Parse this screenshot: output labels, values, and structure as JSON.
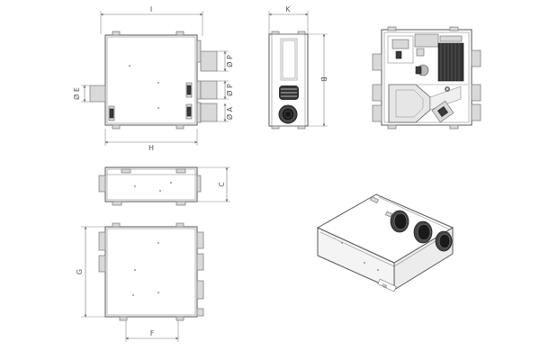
{
  "dims": {
    "I": "I",
    "K": "K",
    "H": "H",
    "B": "B",
    "C": "C",
    "F": "F",
    "G": "G",
    "E": "Ø E",
    "P1": "Ø P",
    "P2": "Ø P",
    "A": "Ø A"
  },
  "stickers": {
    "front_label": "DJL"
  }
}
